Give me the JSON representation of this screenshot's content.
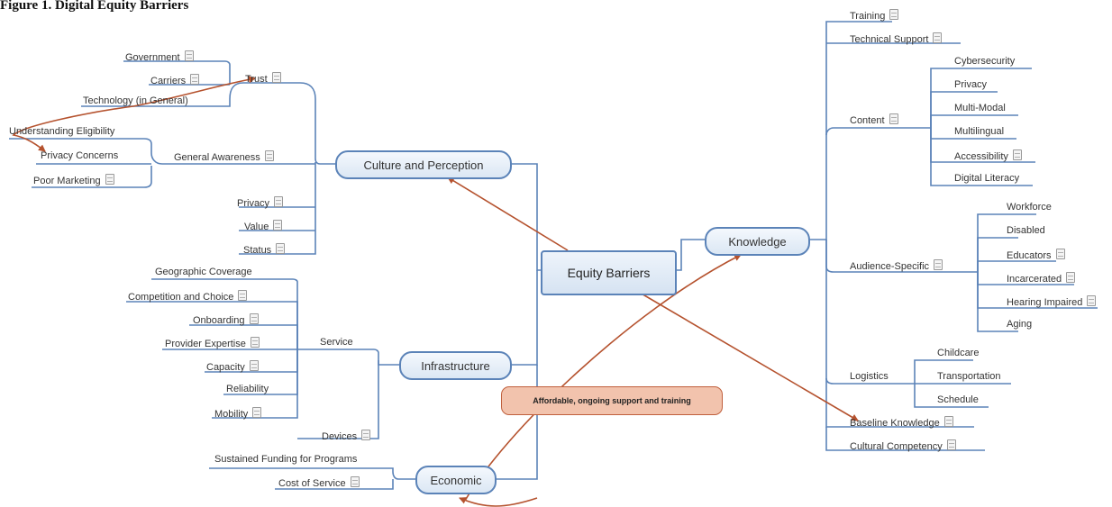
{
  "caption": "Figure 1. Digital Equity Barriers",
  "central": {
    "label": "Equity Barriers"
  },
  "branches": {
    "culture": {
      "label": "Culture and Perception",
      "trust": {
        "label": "Trust",
        "items": [
          "Government",
          "Carriers",
          "Technology (in General)"
        ]
      },
      "awareness": {
        "label": "General Awareness",
        "items": [
          "Understanding Eligibility",
          "Privacy Concerns",
          "Poor Marketing"
        ]
      },
      "others": [
        "Privacy",
        "Value",
        "Status"
      ]
    },
    "infrastructure": {
      "label": "Infrastructure",
      "service": {
        "label": "Service",
        "items": [
          "Geographic Coverage",
          "Competition and Choice",
          "Onboarding",
          "Provider Expertise",
          "Capacity",
          "Reliability",
          "Mobility"
        ]
      },
      "devices": "Devices"
    },
    "economic": {
      "label": "Economic",
      "items": [
        "Sustained Funding for Programs",
        "Cost of Service"
      ]
    },
    "knowledge": {
      "label": "Knowledge",
      "training": "Training",
      "tech_support": "Technical Support",
      "content": {
        "label": "Content",
        "items": [
          "Cybersecurity",
          "Privacy",
          "Multi-Modal",
          "Multilingual",
          "Accessibility",
          "Digital Literacy"
        ]
      },
      "audience": {
        "label": "Audience-Specific",
        "items": [
          "Workforce",
          "Disabled",
          "Educators",
          "Incarcerated",
          "Hearing Impaired",
          "Aging"
        ]
      },
      "logistics": {
        "label": "Logistics",
        "items": [
          "Childcare",
          "Transportation",
          "Schedule"
        ]
      },
      "baseline": "Baseline Knowledge",
      "cultural": "Cultural Competency"
    }
  },
  "callout": {
    "label": "Affordable, ongoing support and training"
  },
  "colors": {
    "branch_line": "#5b83b8",
    "relationship": "#b5522e",
    "callout_fill": "#f2c3ad"
  }
}
